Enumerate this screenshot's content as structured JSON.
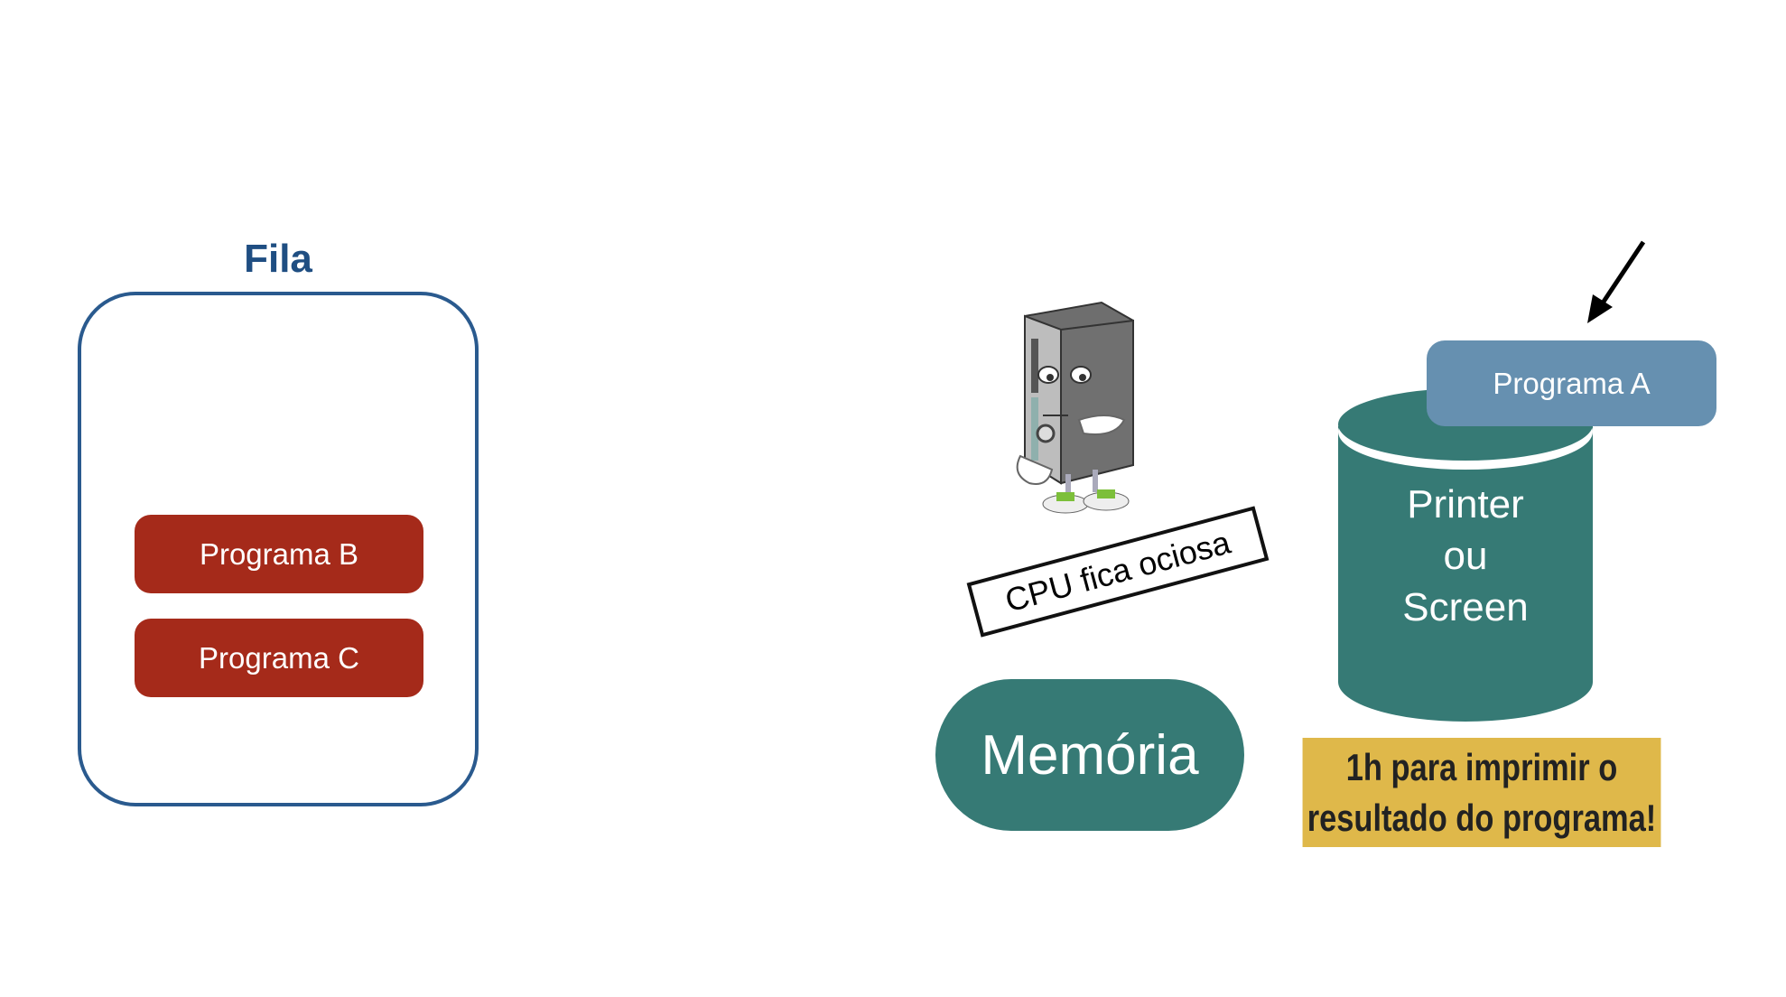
{
  "queue": {
    "title": "Fila",
    "items": [
      {
        "label": "Programa B"
      },
      {
        "label": "Programa C"
      }
    ]
  },
  "cpu": {
    "icon": "computer-tower-mascot-icon",
    "status_label": "CPU fica ociosa"
  },
  "memory": {
    "label": "Memória"
  },
  "io_device": {
    "lines": [
      "Printer",
      "ou",
      "Screen"
    ],
    "current_program": "Programa A"
  },
  "note": {
    "lines": [
      "1h para imprimir o",
      "resultado do programa!"
    ]
  },
  "colors": {
    "queue_border": "#2a5a8e",
    "queue_title": "#1f4e82",
    "waiting_program": "#a52a1a",
    "running_program": "#6690b0",
    "teal": "#367a75",
    "note_bg": "#dfb84a"
  }
}
